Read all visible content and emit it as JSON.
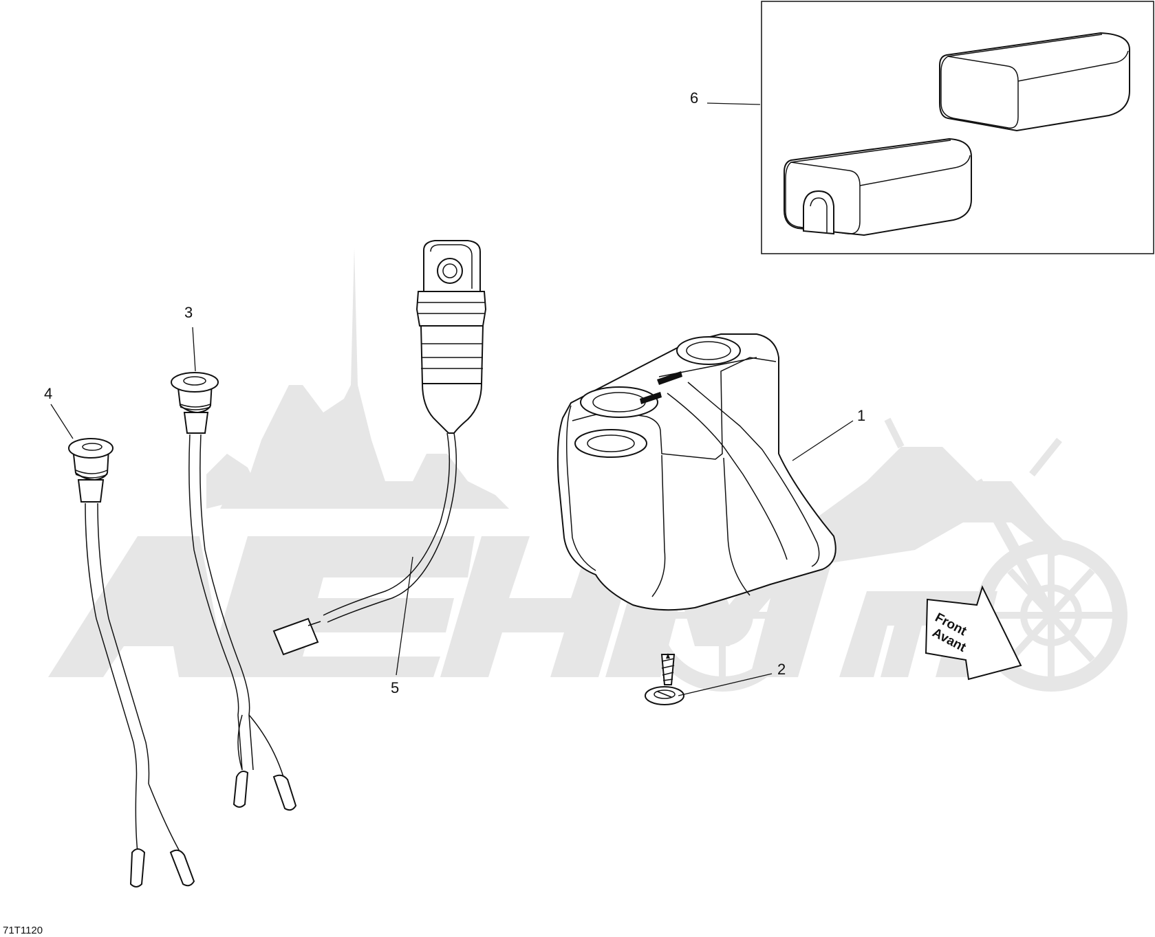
{
  "callouts": [
    {
      "id": "1",
      "label": "1"
    },
    {
      "id": "2",
      "label": "2"
    },
    {
      "id": "3",
      "label": "3"
    },
    {
      "id": "4",
      "label": "4"
    },
    {
      "id": "5",
      "label": "5"
    },
    {
      "id": "6",
      "label": "6"
    }
  ],
  "direction_arrow": {
    "line1": "Front",
    "line2": "Avant"
  },
  "figure_ref": "71T1120",
  "watermark_text": "АвтоМото",
  "colors": {
    "line": "#111111",
    "watermark": "#e6e6e6",
    "background": "#ffffff"
  }
}
